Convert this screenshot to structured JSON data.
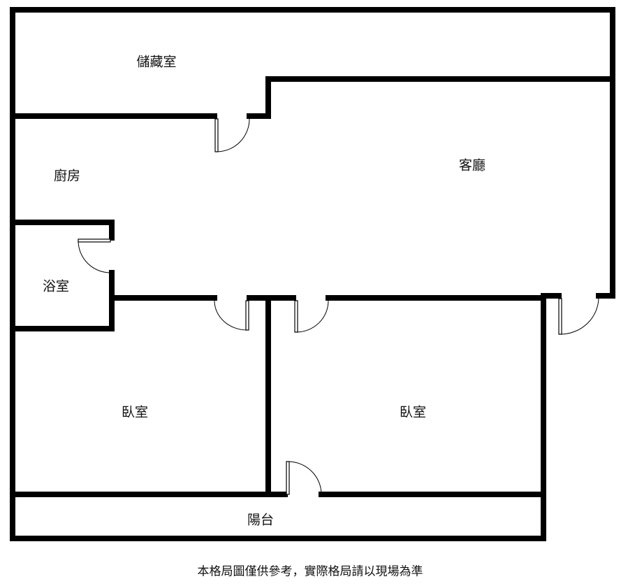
{
  "rooms": {
    "storage": "儲藏室",
    "kitchen": "廚房",
    "living": "客廳",
    "bathroom": "浴室",
    "bedroom1": "臥室",
    "bedroom2": "臥室",
    "balcony": "陽台"
  },
  "footer": "本格局圖僅供參考，實際格局請以現場為準"
}
